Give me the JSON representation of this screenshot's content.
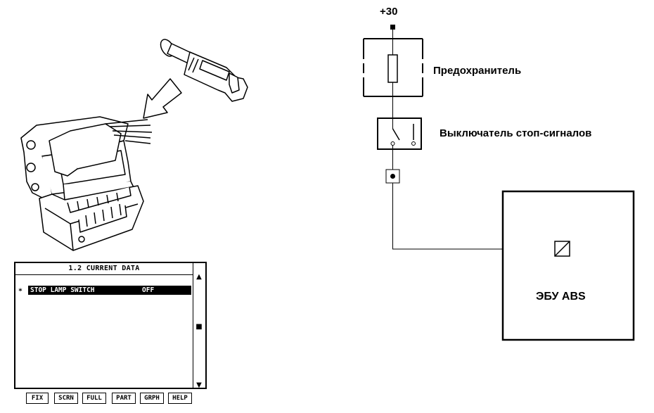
{
  "scan_tool": {
    "title": "1.2 CURRENT DATA",
    "row_marker": "∗",
    "rows": [
      {
        "name": "STOP LAMP SWITCH",
        "value": "OFF"
      }
    ],
    "scroll_up": "▲",
    "scroll_thumb": "■",
    "scroll_down": "▼",
    "softkeys": [
      "FIX",
      "SCRN",
      "FULL",
      "PART",
      "GRPH",
      "HELP"
    ]
  },
  "circuit": {
    "supply_label": "+30",
    "fuse_label": "Предохранитель",
    "switch_label": "Выключатель стоп-сигналов",
    "ecu_label": "ЭБУ ABS"
  },
  "illustration": {
    "icon": "connector-pin-insertion-icon"
  }
}
